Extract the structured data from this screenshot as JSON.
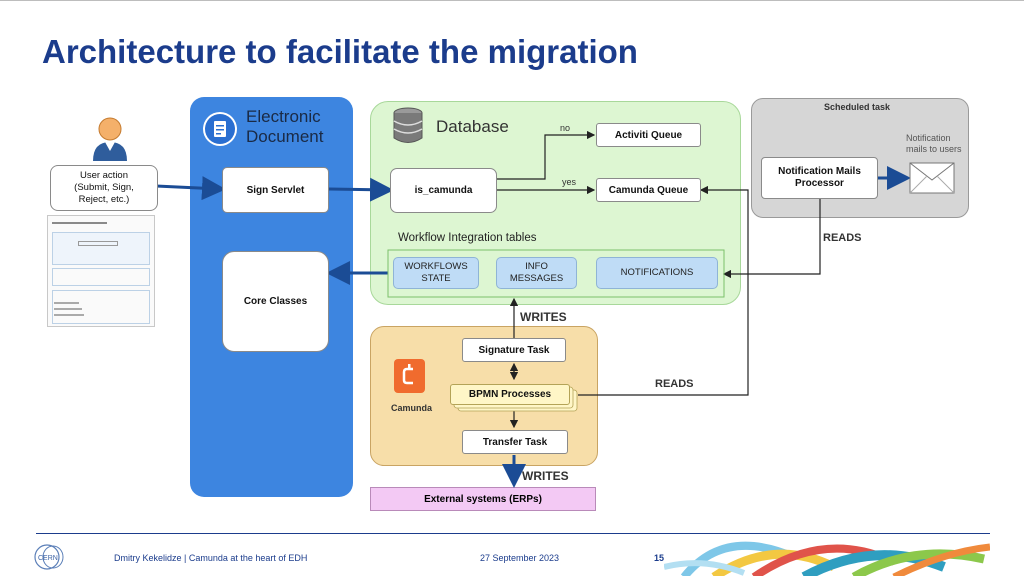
{
  "slide": {
    "title": "Architecture to facilitate the migration"
  },
  "user": {
    "icon": "user-icon",
    "action_label": "User action\n(Submit, Sign,\nReject, etc.)"
  },
  "electronic_document": {
    "title": "Electronic\nDocument",
    "icon": "document-icon",
    "sign_servlet": "Sign Servlet",
    "core_classes": "Core Classes"
  },
  "database": {
    "title": "Database",
    "icon": "database-icon",
    "is_camunda": "is_camunda",
    "branch_no": "no",
    "branch_yes": "yes",
    "activiti_queue": "Activiti Queue",
    "camunda_queue": "Camunda Queue",
    "tables_title": "Workflow Integration tables",
    "tables": [
      "WORKFLOWS\nSTATE",
      "INFO\nMESSAGES",
      "NOTIFICATIONS"
    ]
  },
  "scheduled": {
    "title": "Scheduled task",
    "processor": "Notification Mails\nProcessor",
    "mail_label": "Notification\nmails to users",
    "mail_icon": "envelope-icon"
  },
  "camunda": {
    "logo_label": "Camunda",
    "logo_icon": "camunda-logo-icon",
    "signature_task": "Signature Task",
    "bpmn": "BPMN Processes",
    "transfer_task": "Transfer Task"
  },
  "external": "External systems (ERPs)",
  "arrows": {
    "writes_top": "WRITES",
    "writes_bottom": "WRITES",
    "reads_right": "READS",
    "reads_middle": "READS"
  },
  "footer": {
    "logo": "CERN",
    "author": "Dmitry Kekelidze | Camunda at the heart of EDH",
    "date": "27 September 2023",
    "page": "15"
  },
  "colors": {
    "title": "#1b3c8c",
    "blue_panel": "#3d85e0",
    "green_panel": "#ddf6d2",
    "orange_panel": "#f7dea9",
    "purple_box": "#f3c9f4",
    "arrow_dark": "#1b4c95"
  }
}
